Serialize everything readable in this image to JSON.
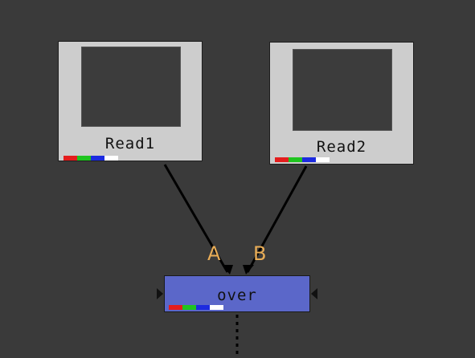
{
  "nodes": {
    "read1": {
      "label": "Read1"
    },
    "read2": {
      "label": "Read2"
    },
    "merge": {
      "label": "over"
    }
  },
  "inputs": {
    "a": "A",
    "b": "B"
  },
  "colors": {
    "background": "#3a3a3a",
    "read_node": "#cdcdcd",
    "merge_node": "#5b67c9",
    "input_label": "#e9ad57",
    "channel_red": "#e41d1d",
    "channel_green": "#1fc41f",
    "channel_blue": "#1c2be0",
    "channel_alpha": "#ffffff"
  }
}
